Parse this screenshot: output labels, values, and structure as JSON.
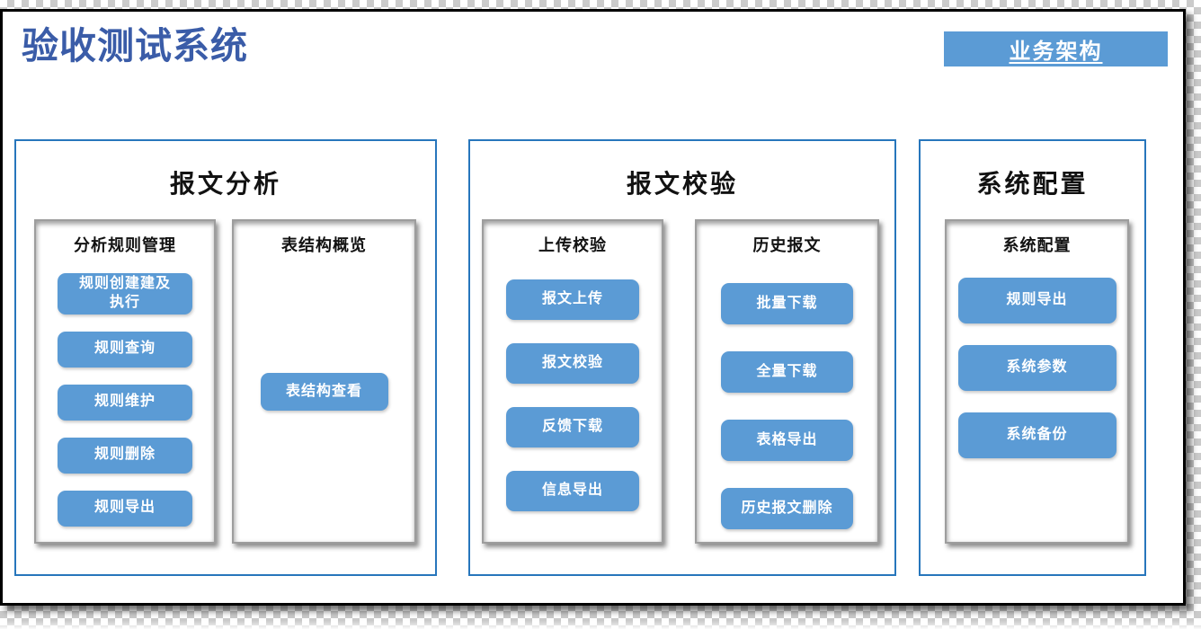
{
  "header": {
    "title": "验收测试系统",
    "badge": "业务架构"
  },
  "colors": {
    "accent_blue": "#5B9BD5",
    "title_blue": "#3A5CA8",
    "panel_border_blue": "#2776BC",
    "group_border_gray": "#9D9D9D"
  },
  "panels": [
    {
      "title": "报文分析",
      "groups": [
        {
          "title": "分析规则管理",
          "buttons": [
            "规则创建建及执行",
            "规则查询",
            "规则维护",
            "规则删除",
            "规则导出"
          ]
        },
        {
          "title": "表结构概览",
          "buttons": [
            "表结构查看"
          ]
        }
      ]
    },
    {
      "title": "报文校验",
      "groups": [
        {
          "title": "上传校验",
          "buttons": [
            "报文上传",
            "报文校验",
            "反馈下载",
            "信息导出"
          ]
        },
        {
          "title": "历史报文",
          "buttons": [
            "批量下载",
            "全量下载",
            "表格导出",
            "历史报文删除"
          ]
        }
      ]
    },
    {
      "title": "系统配置",
      "groups": [
        {
          "title": "系统配置",
          "buttons": [
            "规则导出",
            "系统参数",
            "系统备份"
          ]
        }
      ]
    }
  ]
}
